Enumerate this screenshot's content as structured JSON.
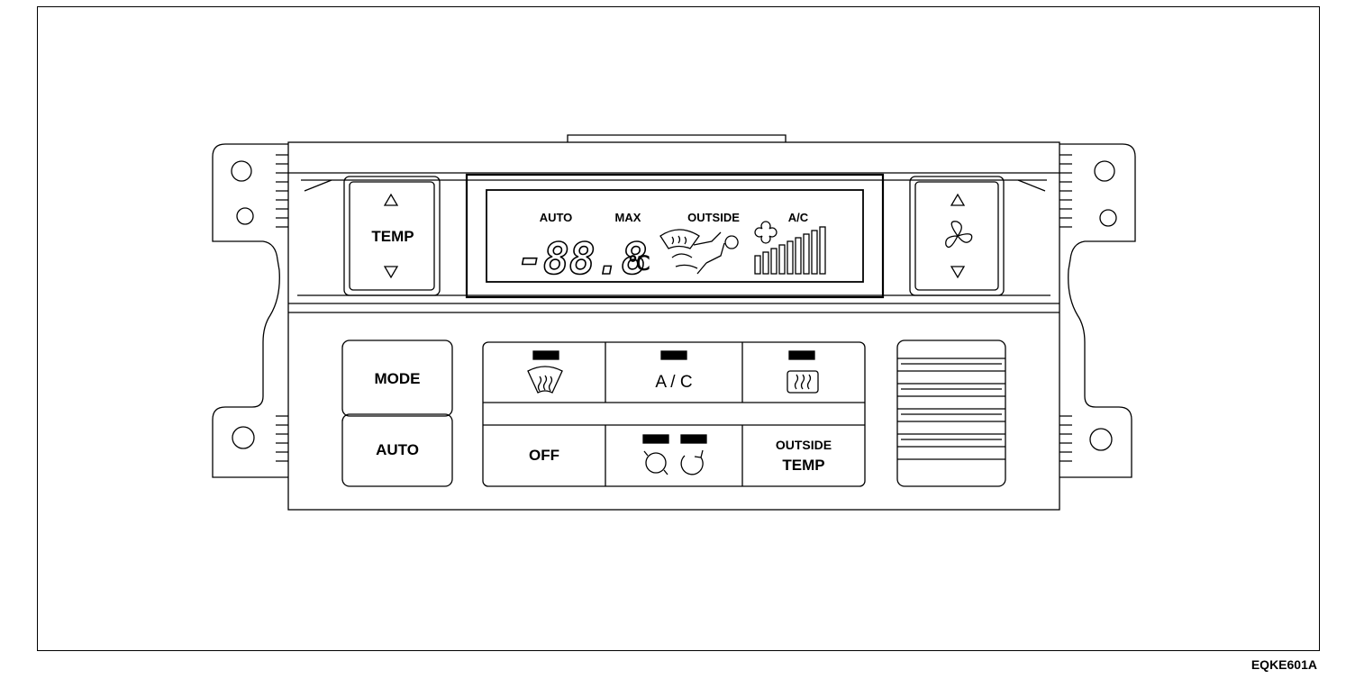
{
  "panel": {
    "temp_label": "TEMP",
    "display": {
      "auto": "AUTO",
      "max": "MAX",
      "outside": "OUTSIDE",
      "ac": "A/C",
      "readout": "-88.8",
      "unit": "℃"
    },
    "buttons": {
      "mode": "MODE",
      "auto": "AUTO",
      "ac": "A / C",
      "off": "OFF",
      "outside_line1": "OUTSIDE",
      "outside_line2": "TEMP"
    },
    "icons": [
      "triangle-up-icon",
      "triangle-down-icon",
      "fan-icon",
      "front-defrost-icon",
      "rear-defrost-icon",
      "auto-recirc-icon",
      "recirculation-icon",
      "seated-driver-icon",
      "fan-speed-bars-icon"
    ]
  },
  "figure_code": "EQKE601A",
  "colors": {
    "line": "#000000",
    "background": "#ffffff"
  }
}
